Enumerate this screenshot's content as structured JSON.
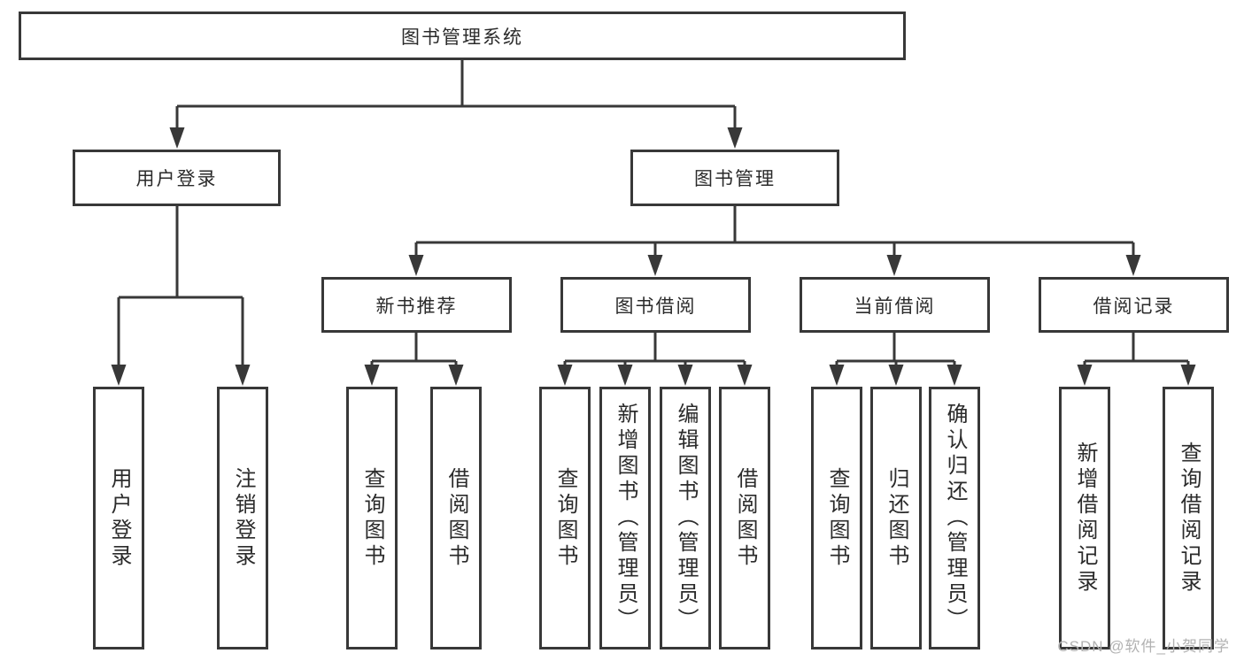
{
  "tree": {
    "label": "图书管理系统",
    "children": [
      {
        "label": "用户登录",
        "children": [
          {
            "label": "用户登录"
          },
          {
            "label": "注销登录"
          }
        ]
      },
      {
        "label": "图书管理",
        "children": [
          {
            "label": "新书推荐",
            "children": [
              {
                "label": "查询图书"
              },
              {
                "label": "借阅图书"
              }
            ]
          },
          {
            "label": "图书借阅",
            "children": [
              {
                "label": "查询图书"
              },
              {
                "label": "新增图书（管理员）"
              },
              {
                "label": "编辑图书（管理员）"
              },
              {
                "label": "借阅图书"
              }
            ]
          },
          {
            "label": "当前借阅",
            "children": [
              {
                "label": "查询图书"
              },
              {
                "label": "归还图书"
              },
              {
                "label": "确认归还（管理员）"
              }
            ]
          },
          {
            "label": "借阅记录",
            "children": [
              {
                "label": "新增借阅记录"
              },
              {
                "label": "查询借阅记录"
              }
            ]
          }
        ]
      }
    ]
  },
  "watermark": {
    "text": "CSDN @软件_小贺同学"
  },
  "colors": {
    "line": "#383838",
    "border": "#383838",
    "text": "#2b2b2b",
    "watermark": "#b2b2b2",
    "background": "#ffffff"
  }
}
